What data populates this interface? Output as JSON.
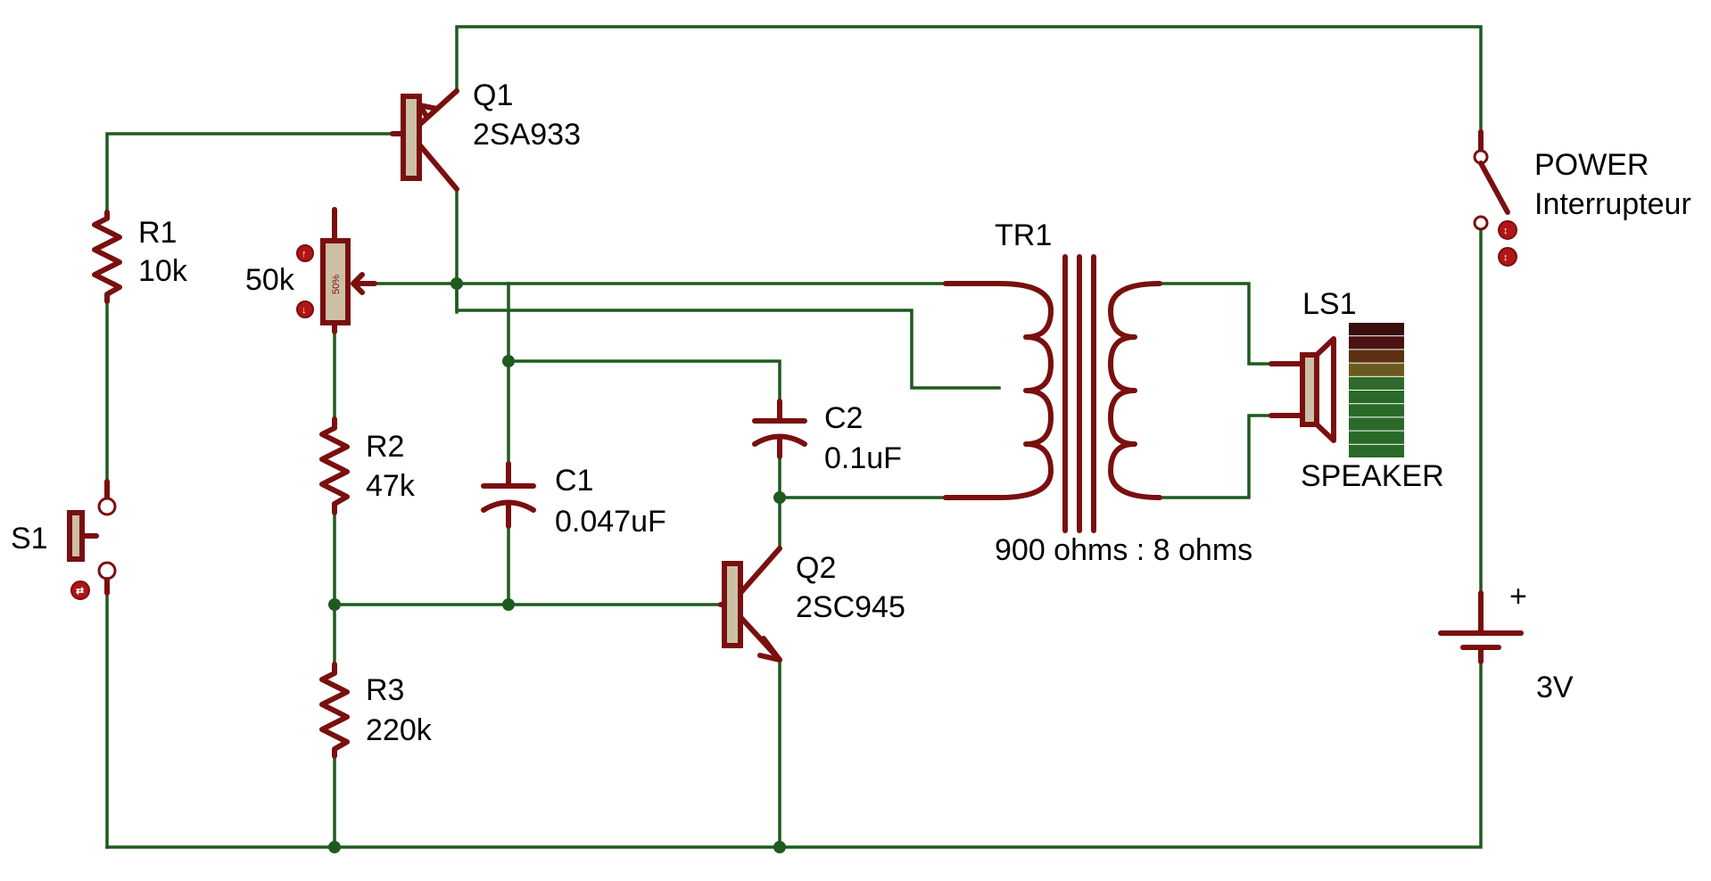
{
  "components": {
    "q1": {
      "ref": "Q1",
      "value": "2SA933"
    },
    "q2": {
      "ref": "Q2",
      "value": "2SC945"
    },
    "r1": {
      "ref": "R1",
      "value": "10k"
    },
    "r2": {
      "ref": "R2",
      "value": "47k"
    },
    "r3": {
      "ref": "R3",
      "value": "220k"
    },
    "pot": {
      "value": "50k",
      "wiper": "50%"
    },
    "c1": {
      "ref": "C1",
      "value": "0.047uF"
    },
    "c2": {
      "ref": "C2",
      "value": "0.1uF"
    },
    "tr1": {
      "ref": "TR1",
      "value": "900 ohms : 8 ohms"
    },
    "ls1": {
      "ref": "LS1",
      "value": "SPEAKER"
    },
    "s1": {
      "ref": "S1"
    },
    "power": {
      "ref": "POWER",
      "value": "Interrupteur"
    },
    "battery": {
      "polarity": "+",
      "value": "3V"
    }
  },
  "colors": {
    "wire": "#1e5a1e",
    "component": "#7a0f0f",
    "body_fill": "#cdbfa5",
    "speaker_bars": [
      "#3a0f0f",
      "#4a1212",
      "#5c3010",
      "#6b5a20",
      "#2f6a2a",
      "#2a6a28",
      "#2a6a28",
      "#2a6a28",
      "#2a6a28",
      "#2a6a28"
    ]
  },
  "icons": {
    "interactive_pin": "arrow-badge-icon"
  }
}
